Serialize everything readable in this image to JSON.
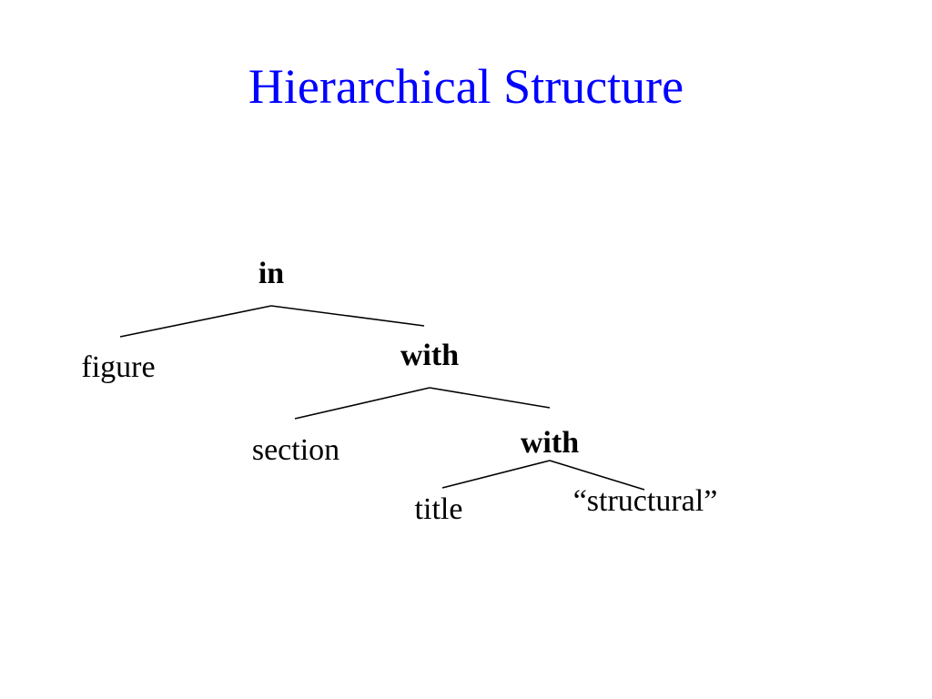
{
  "slide": {
    "title": "Hierarchical Structure"
  },
  "tree": {
    "root": {
      "label": "in",
      "children": [
        {
          "label": "figure"
        },
        {
          "label": "with",
          "children": [
            {
              "label": "section"
            },
            {
              "label": "with",
              "children": [
                {
                  "label": "title"
                },
                {
                  "label": "“structural”"
                }
              ]
            }
          ]
        }
      ]
    }
  },
  "colors": {
    "title": "#0000ff",
    "text": "#000000",
    "background": "#ffffff"
  }
}
